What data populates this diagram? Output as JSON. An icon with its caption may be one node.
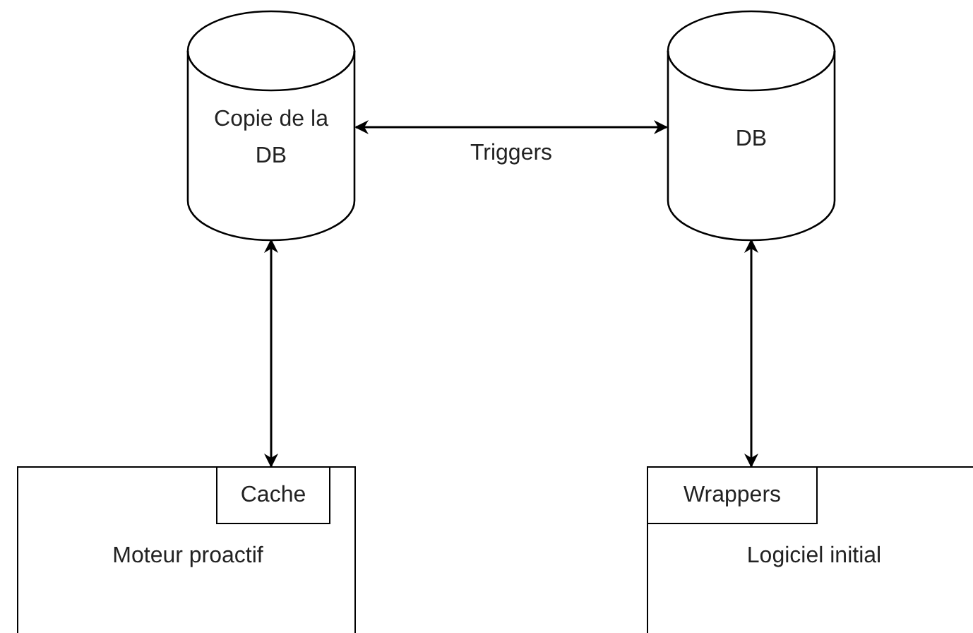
{
  "diagram": {
    "nodes": [
      {
        "text": [
          "Copie de la DB"
        ]
      },
      {
        "text": [
          "DB"
        ]
      },
      {
        "text": [
          "Moteur proactif"
        ]
      },
      {
        "text": [
          "Cache"
        ],
        "in": 2
      },
      {
        "text": [
          "Logiciel initial"
        ]
      },
      {
        "text": [
          "Wrappers"
        ],
        "in": 4
      }
    ],
    "edges": [
      {
        "from": 0,
        "to": 1,
        "arrow": "both",
        "label": "Triggers"
      },
      {
        "from": 0,
        "to": 3,
        "arrow": "both"
      },
      {
        "from": 1,
        "to": 5,
        "arrow": "both"
      }
    ]
  }
}
